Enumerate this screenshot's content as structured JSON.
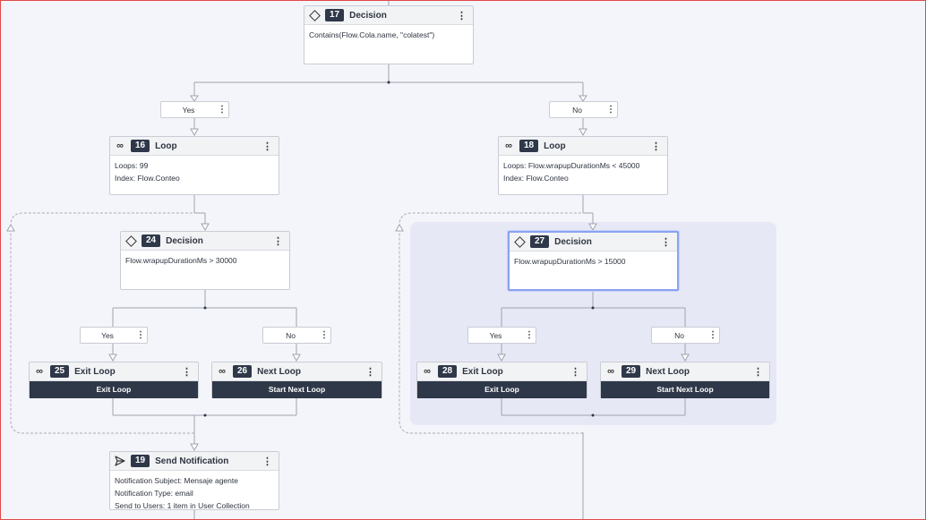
{
  "nodes": {
    "n17": {
      "number": "17",
      "title": "Decision",
      "lines": [
        "Contains(Flow.Cola.name, \"colatest\")"
      ]
    },
    "n16": {
      "number": "16",
      "title": "Loop",
      "lines": [
        "Loops: 99",
        "Index: Flow.Conteo"
      ]
    },
    "n18": {
      "number": "18",
      "title": "Loop",
      "lines": [
        "Loops: Flow.wrapupDurationMs < 45000",
        "Index: Flow.Conteo"
      ]
    },
    "n24": {
      "number": "24",
      "title": "Decision",
      "lines": [
        "Flow.wrapupDurationMs > 30000"
      ]
    },
    "n27": {
      "number": "27",
      "title": "Decision",
      "lines": [
        "Flow.wrapupDurationMs > 15000"
      ]
    },
    "n25": {
      "number": "25",
      "title": "Exit Loop",
      "action": "Exit Loop"
    },
    "n26": {
      "number": "26",
      "title": "Next Loop",
      "action": "Start Next Loop"
    },
    "n28": {
      "number": "28",
      "title": "Exit Loop",
      "action": "Exit Loop"
    },
    "n29": {
      "number": "29",
      "title": "Next Loop",
      "action": "Start Next Loop"
    },
    "n19": {
      "number": "19",
      "title": "Send Notification",
      "lines": [
        "Notification Subject: Mensaje agente",
        "Notification Type: email",
        "Send to Users: 1 item in User Collection"
      ]
    }
  },
  "branches": {
    "yes": "Yes",
    "no": "No"
  },
  "menu_glyph": "⋮",
  "colors": {
    "accent_dark": "#2f3849",
    "selected_border": "#8aa2f0",
    "highlight": "#e7e8f6",
    "canvas": "#f4f5fa"
  }
}
